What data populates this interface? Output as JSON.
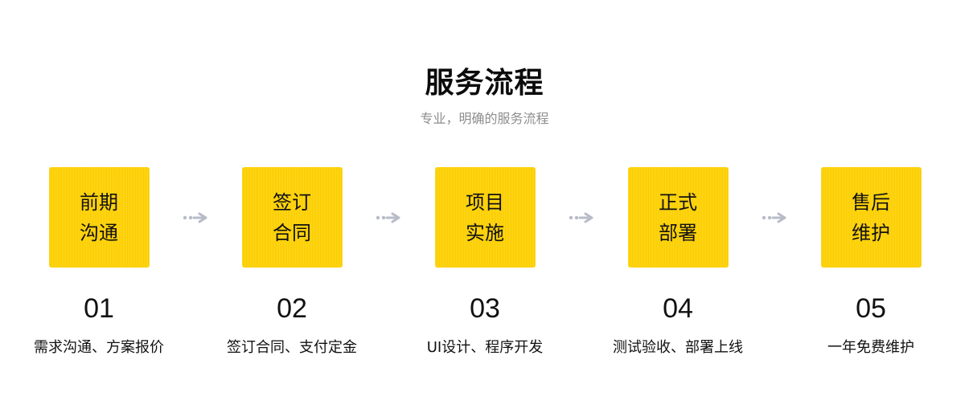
{
  "header": {
    "title": "服务流程",
    "subtitle": "专业，明确的服务流程"
  },
  "steps": [
    {
      "line1": "前期",
      "line2": "沟通",
      "number": "01",
      "description": "需求沟通、方案报价"
    },
    {
      "line1": "签订",
      "line2": "合同",
      "number": "02",
      "description": "签订合同、支付定金"
    },
    {
      "line1": "项目",
      "line2": "实施",
      "number": "03",
      "description": "UI设计、程序开发"
    },
    {
      "line1": "正式",
      "line2": "部署",
      "number": "04",
      "description": "测试验收、部署上线"
    },
    {
      "line1": "售后",
      "line2": "维护",
      "number": "05",
      "description": "一年免费维护"
    }
  ],
  "colors": {
    "tile": "#ffd100",
    "arrow": "#b7bcc8",
    "subtitle": "#8d8d8d"
  },
  "icons": {
    "arrow": "dotted-arrow-right-icon"
  }
}
